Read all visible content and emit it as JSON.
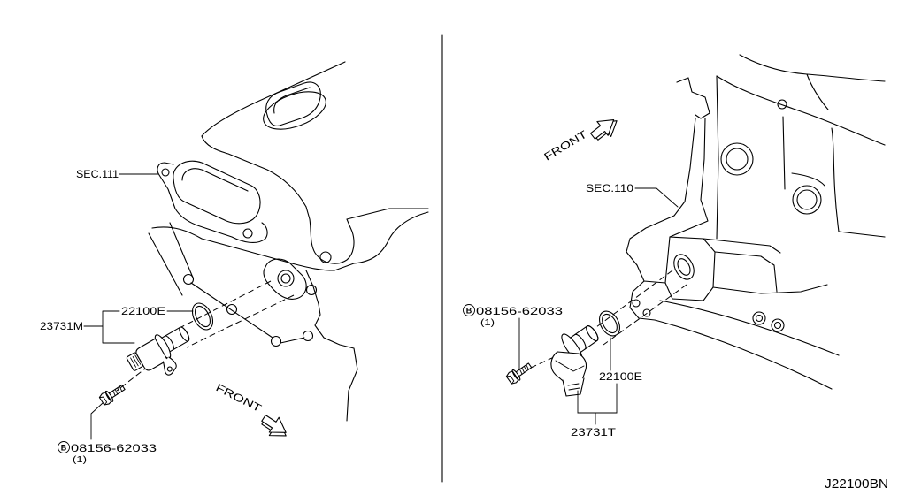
{
  "left_view": {
    "section_ref": "SEC.111",
    "oring_part_no": "22100E",
    "sensor_part_no": "23731M",
    "bolt_marker": "B",
    "bolt_part_no": "08156-62033",
    "bolt_qty": "(1)",
    "direction_label": "FRONT"
  },
  "right_view": {
    "section_ref": "SEC.110",
    "oring_part_no": "22100E",
    "sensor_part_no": "23731T",
    "bolt_marker": "B",
    "bolt_part_no": "08156-62033",
    "bolt_qty": "(1)",
    "direction_label": "FRONT"
  },
  "diagram_code": "J22100BN",
  "colors": {
    "ink": "#000000",
    "paper": "#ffffff"
  }
}
